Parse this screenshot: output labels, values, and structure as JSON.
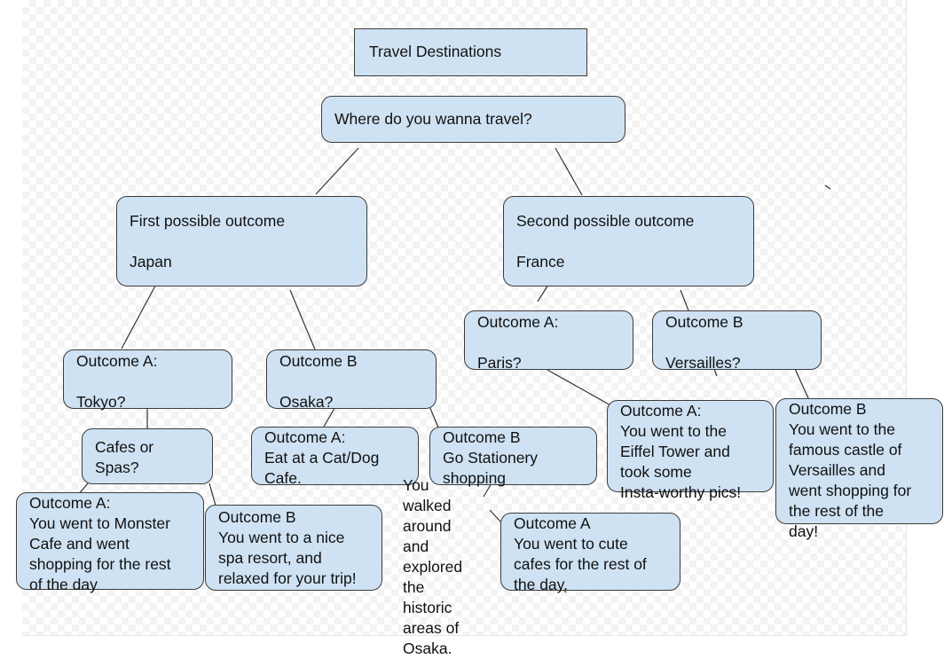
{
  "title": "Travel Destinations",
  "question": "Where do you wanna travel?",
  "first": "First possible outcome\n\nJapan",
  "second": "Second possible outcome\n\nFrance",
  "japan_a": "Outcome A:\n\nTokyo?",
  "japan_b": "Outcome B\n\nOsaka?",
  "france_a": "Outcome A:\n\nParis?",
  "france_b": "Outcome B\n\nVersailles?",
  "tokyo_q": "Cafes or\nSpas?",
  "tokyo_a": "Outcome A:\nYou went to Monster\nCafe and went\nshopping for the rest\nof the day",
  "tokyo_b": "Outcome B\nYou went to a nice\nspa resort, and\nrelaxed for your trip!",
  "osaka_a": "Outcome A:\nEat at a Cat/Dog\nCafe.",
  "osaka_b": "Outcome B\nGo Stationery\nshopping",
  "osaka_walk": "You\nwalked\naround\nand\nexplored\nthe\nhistoric\nareas of\nOsaka.",
  "osaka_cafes": "Outcome A\nYou went to cute\ncafes for the rest of\nthe day.",
  "paris_a": "Outcome A:\nYou went to the\nEiffel Tower and\ntook some\nInsta-worthy pics!",
  "versailles_b": "Outcome B\nYou went to the\nfamous castle of\nVersailles and\nwent shopping for\nthe rest of the\nday!",
  "colors": {
    "box_fill": "#cfe2f3",
    "border": "#3c3c3c",
    "line": "#333333"
  }
}
